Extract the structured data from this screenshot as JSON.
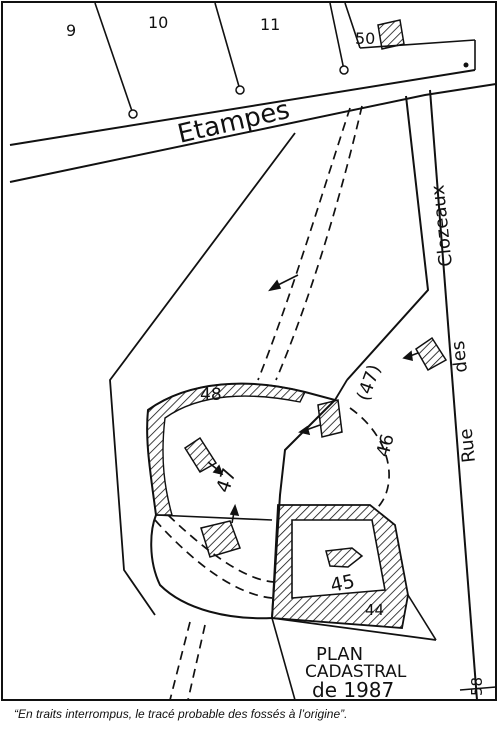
{
  "map": {
    "street_name": "Etampes",
    "side_street": [
      "Rue",
      "des",
      "Clozeaux"
    ],
    "title": [
      "PLAN",
      "CADASTRAL",
      "de 1987"
    ],
    "parcels": [
      "9",
      "10",
      "11",
      "50",
      "48",
      "47",
      "(47)",
      "46",
      "45",
      "44",
      "58"
    ],
    "colors": {
      "ink": "#111111",
      "paper": "#ffffff"
    }
  },
  "caption": "“En traits interrompus, le tracé probable des fossés à l’origine”."
}
